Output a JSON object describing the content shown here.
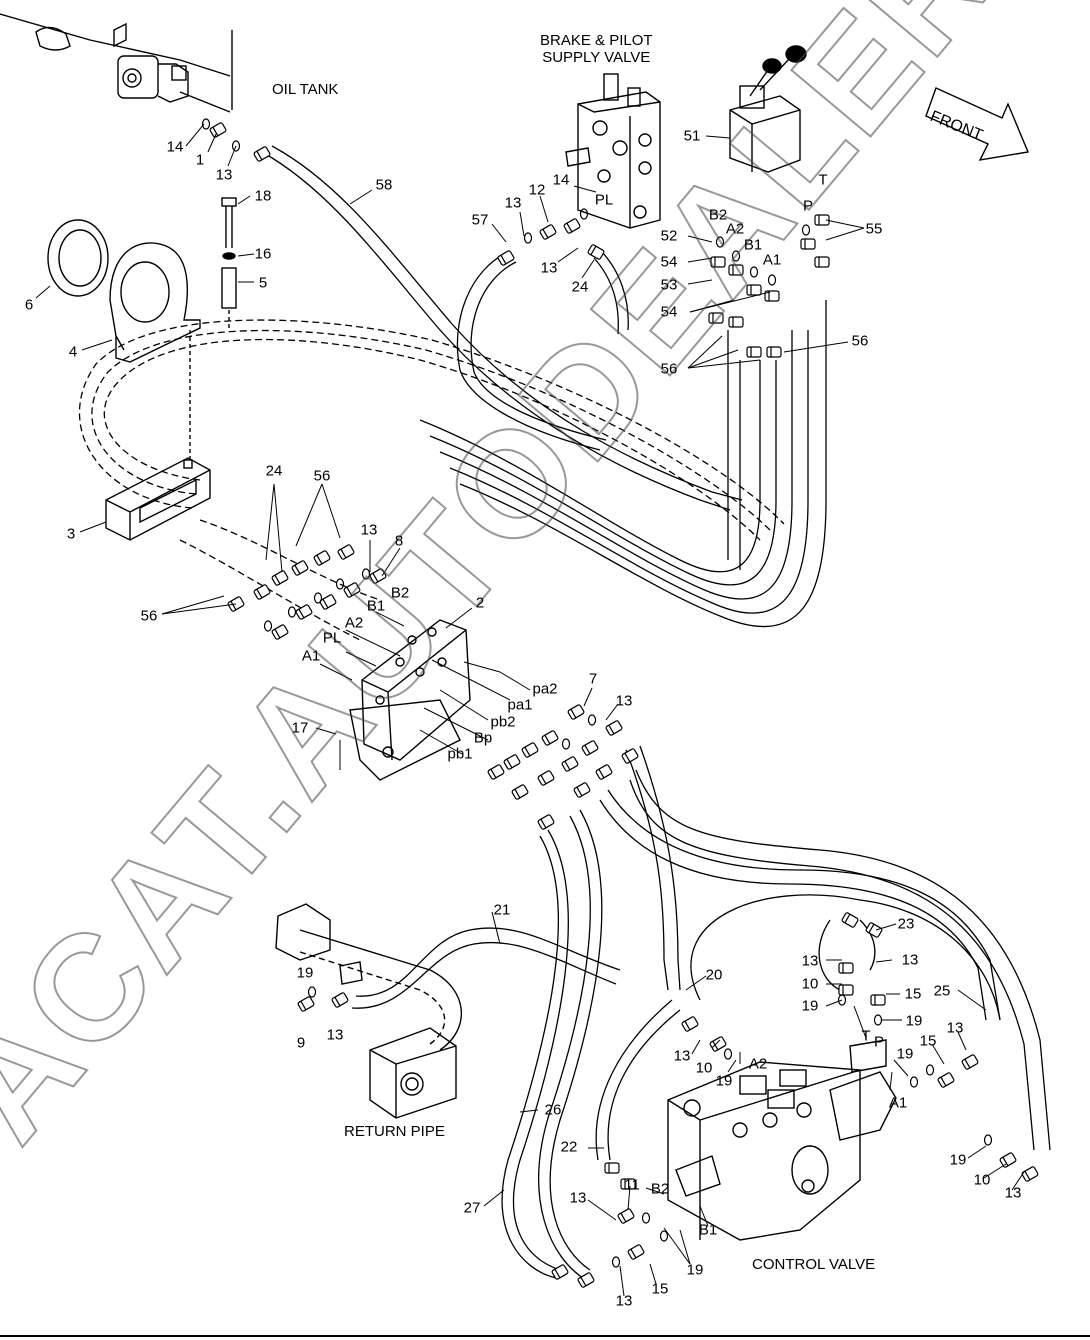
{
  "captions": {
    "brake_valve_line1": "BRAKE & PILOT",
    "brake_valve_line2": "SUPPLY VALVE",
    "oil_tank": "OIL TANK",
    "front": "FRONT",
    "return_pipe": "RETURN PIPE",
    "control_valve": "CONTROL VALVE"
  },
  "watermark": "ACAT.AUTODEALER.RU",
  "labels": [
    {
      "id": "l14a",
      "text": "14"
    },
    {
      "id": "l1",
      "text": "1"
    },
    {
      "id": "l13a",
      "text": "13"
    },
    {
      "id": "l58",
      "text": "58"
    },
    {
      "id": "l18",
      "text": "18"
    },
    {
      "id": "l16",
      "text": "16"
    },
    {
      "id": "l5",
      "text": "5"
    },
    {
      "id": "l6",
      "text": "6"
    },
    {
      "id": "l4",
      "text": "4"
    },
    {
      "id": "l3",
      "text": "3"
    },
    {
      "id": "l57",
      "text": "57"
    },
    {
      "id": "l13b",
      "text": "13"
    },
    {
      "id": "l12",
      "text": "12"
    },
    {
      "id": "l14b",
      "text": "14"
    },
    {
      "id": "lPLa",
      "text": "PL"
    },
    {
      "id": "l13c",
      "text": "13"
    },
    {
      "id": "l24a",
      "text": "24"
    },
    {
      "id": "l51",
      "text": "51"
    },
    {
      "id": "lB2a",
      "text": "B2"
    },
    {
      "id": "lA2a",
      "text": "A2"
    },
    {
      "id": "lB1a",
      "text": "B1"
    },
    {
      "id": "lA1a",
      "text": "A1"
    },
    {
      "id": "lPa",
      "text": "P"
    },
    {
      "id": "lTa",
      "text": "T"
    },
    {
      "id": "l52",
      "text": "52"
    },
    {
      "id": "l54a",
      "text": "54"
    },
    {
      "id": "l53",
      "text": "53"
    },
    {
      "id": "l54b",
      "text": "54"
    },
    {
      "id": "l55",
      "text": "55"
    },
    {
      "id": "l56a",
      "text": "56"
    },
    {
      "id": "l56b",
      "text": "56"
    },
    {
      "id": "l24b",
      "text": "24"
    },
    {
      "id": "l56c",
      "text": "56"
    },
    {
      "id": "l13d",
      "text": "13"
    },
    {
      "id": "l8",
      "text": "8"
    },
    {
      "id": "lB2b",
      "text": "B2"
    },
    {
      "id": "lB1b",
      "text": "B1"
    },
    {
      "id": "lA2b",
      "text": "A2"
    },
    {
      "id": "lPLb",
      "text": "PL"
    },
    {
      "id": "lA1b",
      "text": "A1"
    },
    {
      "id": "l56d",
      "text": "56"
    },
    {
      "id": "l2",
      "text": "2"
    },
    {
      "id": "lpa2",
      "text": "pa2"
    },
    {
      "id": "lpa1",
      "text": "pa1"
    },
    {
      "id": "lpb2",
      "text": "pb2"
    },
    {
      "id": "lBp",
      "text": "Bp"
    },
    {
      "id": "lpb1",
      "text": "pb1"
    },
    {
      "id": "l7",
      "text": "7"
    },
    {
      "id": "l13e",
      "text": "13"
    },
    {
      "id": "l17",
      "text": "17"
    },
    {
      "id": "l21",
      "text": "21"
    },
    {
      "id": "l23",
      "text": "23"
    },
    {
      "id": "l13f",
      "text": "13"
    },
    {
      "id": "l13g",
      "text": "13"
    },
    {
      "id": "l10a",
      "text": "10"
    },
    {
      "id": "l15a",
      "text": "15"
    },
    {
      "id": "l25",
      "text": "25"
    },
    {
      "id": "l19a",
      "text": "19"
    },
    {
      "id": "l19b",
      "text": "19"
    },
    {
      "id": "lTb",
      "text": "T"
    },
    {
      "id": "lPb",
      "text": "P"
    },
    {
      "id": "l20",
      "text": "20"
    },
    {
      "id": "l19c",
      "text": "19"
    },
    {
      "id": "l9",
      "text": "9"
    },
    {
      "id": "l13h",
      "text": "13"
    },
    {
      "id": "l13i",
      "text": "13"
    },
    {
      "id": "l10b",
      "text": "10"
    },
    {
      "id": "lA2c",
      "text": "A2"
    },
    {
      "id": "l19d",
      "text": "19"
    },
    {
      "id": "l19e",
      "text": "19"
    },
    {
      "id": "l15b",
      "text": "15"
    },
    {
      "id": "l13j",
      "text": "13"
    },
    {
      "id": "lA1c",
      "text": "A1"
    },
    {
      "id": "l26",
      "text": "26"
    },
    {
      "id": "l22",
      "text": "22"
    },
    {
      "id": "l11",
      "text": "11"
    },
    {
      "id": "lB2c",
      "text": "B2"
    },
    {
      "id": "l13k",
      "text": "13"
    },
    {
      "id": "lB1c",
      "text": "B1"
    },
    {
      "id": "l27",
      "text": "27"
    },
    {
      "id": "l19f",
      "text": "19"
    },
    {
      "id": "l13l",
      "text": "13"
    },
    {
      "id": "l15c",
      "text": "15"
    },
    {
      "id": "l19g",
      "text": "19"
    },
    {
      "id": "l10c",
      "text": "10"
    },
    {
      "id": "l13m",
      "text": "13"
    }
  ]
}
